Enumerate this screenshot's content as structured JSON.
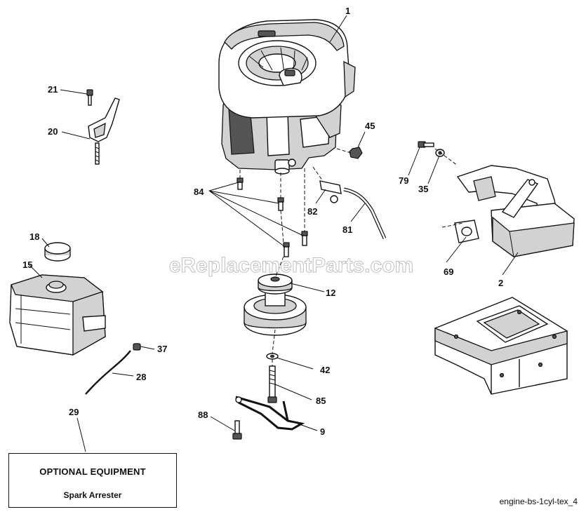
{
  "watermark": "eReplacementParts.com",
  "reference_code": "engine-bs-1cyl-tex_4",
  "optional_equipment": {
    "title": "OPTIONAL EQUIPMENT",
    "item": "Spark Arrester"
  },
  "callouts": {
    "c1": "1",
    "c2": "2",
    "c9": "9",
    "c12": "12",
    "c15": "15",
    "c18": "18",
    "c20": "20",
    "c21": "21",
    "c28": "28",
    "c29": "29",
    "c35": "35",
    "c37": "37",
    "c42": "42",
    "c45": "45",
    "c69": "69",
    "c79": "79",
    "c81": "81",
    "c82": "82",
    "c84": "84",
    "c85": "85",
    "c88": "88"
  }
}
